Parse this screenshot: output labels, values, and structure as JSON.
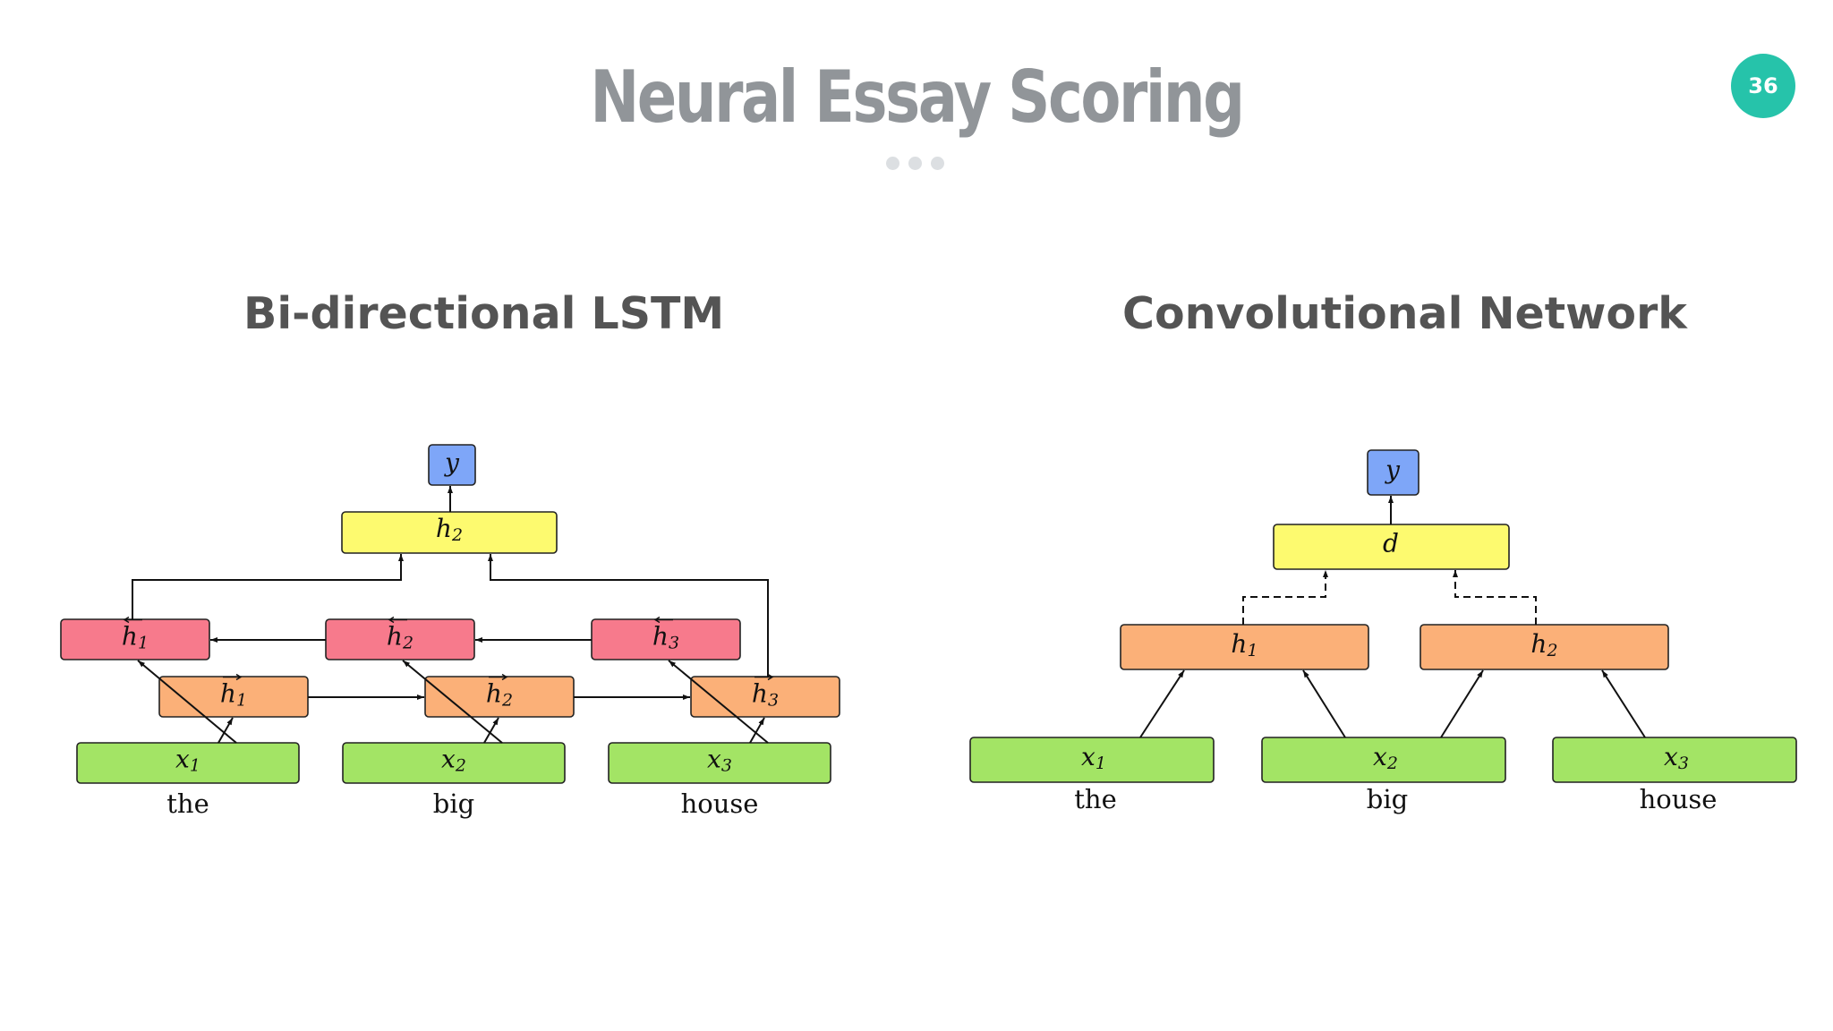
{
  "slide": {
    "title": "Neural Essay Scoring",
    "page_number": "36"
  },
  "lstm": {
    "heading": "Bi-directional LSTM",
    "output": "y",
    "combined": {
      "base": "h",
      "sub": "2"
    },
    "backward": [
      {
        "base": "h",
        "sub": "1"
      },
      {
        "base": "h",
        "sub": "2"
      },
      {
        "base": "h",
        "sub": "3"
      }
    ],
    "forward": [
      {
        "base": "h",
        "sub": "1"
      },
      {
        "base": "h",
        "sub": "2"
      },
      {
        "base": "h",
        "sub": "3"
      }
    ],
    "inputs": [
      {
        "base": "x",
        "sub": "1"
      },
      {
        "base": "x",
        "sub": "2"
      },
      {
        "base": "x",
        "sub": "3"
      }
    ],
    "words": [
      "the",
      "big",
      "house"
    ]
  },
  "cnn": {
    "heading": "Convolutional Network",
    "output": "y",
    "dense": "d",
    "hidden": [
      {
        "base": "h",
        "sub": "1"
      },
      {
        "base": "h",
        "sub": "2"
      }
    ],
    "inputs": [
      {
        "base": "x",
        "sub": "1"
      },
      {
        "base": "x",
        "sub": "2"
      },
      {
        "base": "x",
        "sub": "3"
      }
    ],
    "words": [
      "the",
      "big",
      "house"
    ]
  },
  "colors": {
    "output_box": "#7ea6f8",
    "combined_box": "#fdfa6f",
    "backward_box": "#f77a8c",
    "forward_box": "#fbb078",
    "input_box": "#a3e465",
    "page_badge": "#26c3aa",
    "title": "#919599",
    "heading": "#545454"
  }
}
